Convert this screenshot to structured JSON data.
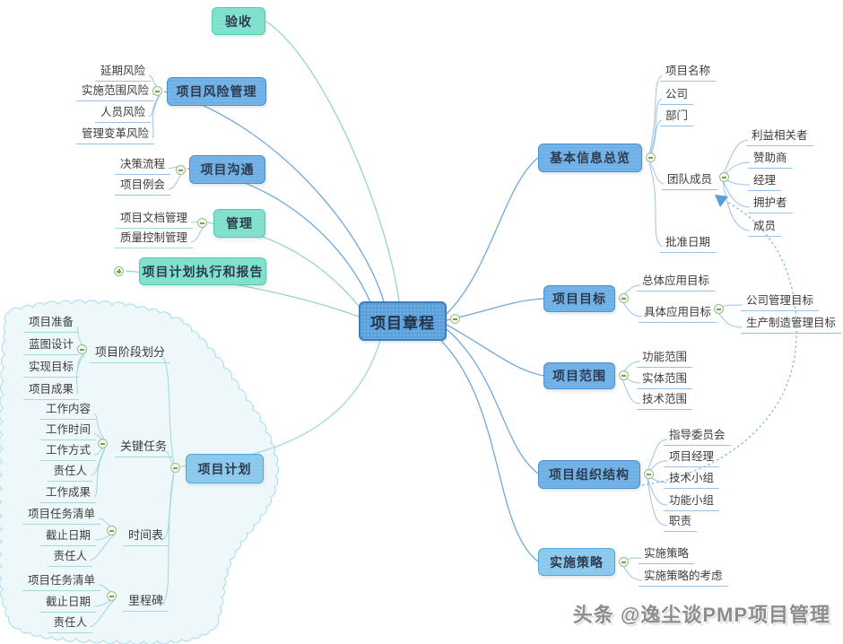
{
  "root": "项目章程",
  "watermark": "头条 @逸尘谈PMP项目管理",
  "branches": {
    "acceptance": {
      "label": "验收"
    },
    "risk": {
      "label": "项目风险管理",
      "children": [
        "延期风险",
        "实施范围风险",
        "人员风险",
        "管理变革风险"
      ]
    },
    "communication": {
      "label": "项目沟通",
      "children": [
        "决策流程",
        "项目例会"
      ]
    },
    "management": {
      "label": "管理",
      "children": [
        "项目文档管理",
        "质量控制管理"
      ]
    },
    "plan_exec": {
      "label": "项目计划执行和报告"
    },
    "plan": {
      "label": "项目计划",
      "children": {
        "phase": {
          "label": "项目阶段划分",
          "children": [
            "项目准备",
            "蓝图设计",
            "实现目标",
            "项目成果"
          ]
        },
        "key_tasks": {
          "label": "关键任务",
          "children": [
            "工作内容",
            "工作时间",
            "工作方式",
            "责任人",
            "工作成果"
          ]
        },
        "schedule": {
          "label": "时间表",
          "children": [
            "项目任务清单",
            "截止日期",
            "责任人"
          ]
        },
        "milestone": {
          "label": "里程碑",
          "children": [
            "项目任务清单",
            "截止日期",
            "责任人"
          ]
        }
      }
    },
    "basic_info": {
      "label": "基本信息总览",
      "children": [
        "项目名称",
        "公司",
        "部门",
        "团队成员",
        "批准日期"
      ],
      "team_children": [
        "利益相关者",
        "赞助商",
        "经理",
        "拥护者",
        "成员"
      ]
    },
    "goals": {
      "label": "项目目标",
      "children": [
        "总体应用目标",
        "具体应用目标"
      ],
      "specific_children": [
        "公司管理目标",
        "生产制造管理目标"
      ]
    },
    "scope": {
      "label": "项目范围",
      "children": [
        "功能范围",
        "实体范围",
        "技术范围"
      ]
    },
    "org": {
      "label": "项目组织结构",
      "children": [
        "指导委员会",
        "项目经理",
        "技术小组",
        "功能小组",
        "职责"
      ]
    },
    "strategy": {
      "label": "实施策略",
      "children": [
        "实施策略",
        "实施策略的考虑"
      ]
    }
  },
  "icons": {
    "collapse": "minus-circle",
    "expand": "plus-circle",
    "relationship": "dashed-arrow"
  },
  "colors": {
    "root_node": "#57a0de",
    "node_blue": "#6fb0e6",
    "node_teal": "#7fe0cd",
    "node_light_blue": "#8ac8ec",
    "edge_blue": "#6fa8dc",
    "edge_teal": "#96d6c0",
    "edge_cyan": "#9fd8da",
    "cloud_fill": "#eef8fb",
    "cloud_border": "#a6dde9",
    "expander_green": "#6aa84f",
    "watermark_gray": "#8d8d8d"
  }
}
